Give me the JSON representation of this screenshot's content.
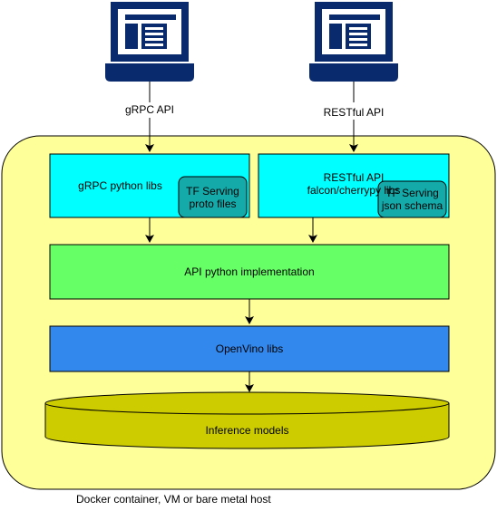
{
  "clients": {
    "grpc_label": "gRPC API",
    "rest_label": "RESTful API",
    "client_icon": "laptop-icon"
  },
  "host": {
    "caption": "Docker container, VM or bare metal host"
  },
  "boxes": {
    "grpc_libs": "gRPC python libs",
    "rest_libs_line1": "RESTful API",
    "rest_libs_line2": "falcon/cherrypy libs",
    "tf_proto_line1": "TF Serving",
    "tf_proto_line2": "proto files",
    "tf_json_line1": "TF Serving",
    "tf_json_line2": "json schema",
    "api_impl": "API python implementation",
    "openvino": "OpenVino libs",
    "models": "Inference models"
  },
  "colors": {
    "host_fill": "#ffff99",
    "cyan_fill": "#00ffff",
    "teal_fill": "#15aaaa",
    "green_fill": "#66ff66",
    "blue_fill": "#3388ee",
    "olive_fill": "#cccc00",
    "navy": "#0a2a6e"
  }
}
